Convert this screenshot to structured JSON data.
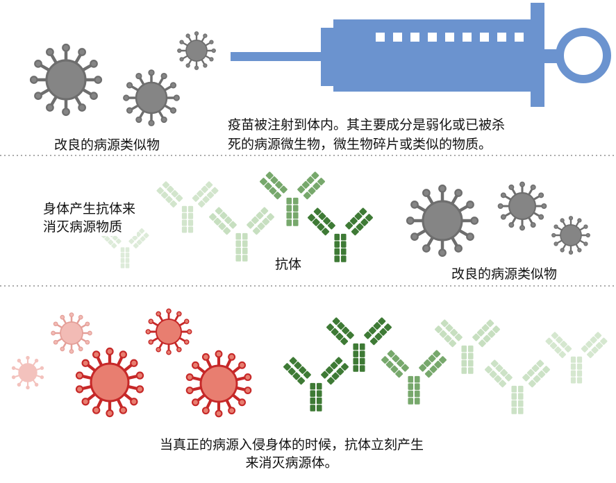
{
  "palette": {
    "grey_virus": "#858585",
    "grey_virus_dark": "#6e6e6e",
    "syringe_blue": "#6b93cf",
    "antibody_dark": "#3e7a35",
    "antibody_mid": "#77a86c",
    "antibody_light": "#c7dfc0",
    "virus_red": "#c62828",
    "virus_red_fill": "#e87e70",
    "virus_pink": "#f2b8b2",
    "divider": "#aaaaaa"
  },
  "icons": [
    "virus-icon",
    "syringe-icon",
    "antibody-icon"
  ],
  "labels": {
    "vaccine_label_top": "改良的病源类似物",
    "syringe_caption_line1": "疫苗被注射到体内。其主要成分是弱化或已被杀",
    "syringe_caption_line2": "死的病源微生物，微生物碎片或类似的物质。",
    "body_produces_line1": "身体产生抗体来",
    "body_produces_line2": "消灭病源物质",
    "antibody_label": "抗体",
    "vaccine_label_mid": "改良的病源类似物",
    "bottom_caption_line1": "当真正的病源入侵身体的时候，抗体立刻产生",
    "bottom_caption_line2": "来消灭病源体。"
  }
}
